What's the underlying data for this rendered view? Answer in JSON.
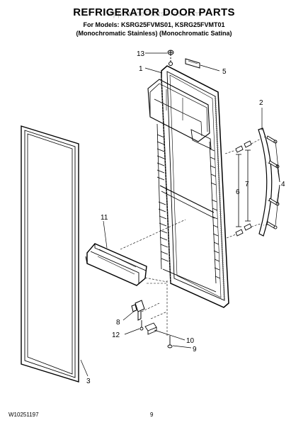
{
  "header": {
    "title": "REFRIGERATOR DOOR PARTS",
    "models_line": "For Models: KSRG25FVMS01, KSRG25FVMT01",
    "finish_line": "(Monochromatic Stainless)  (Monochromatic Satina)",
    "watermark": "AppliancePartsPros.com"
  },
  "callouts": {
    "c1": "1",
    "c2": "2",
    "c3": "3",
    "c4": "4",
    "c5": "5",
    "c6": "6",
    "c7": "7",
    "c8": "8",
    "c9": "9",
    "c10": "10",
    "c11": "11",
    "c12": "12",
    "c13": "13"
  },
  "footer": {
    "doc_number": "W10251197",
    "page_number": "9"
  }
}
